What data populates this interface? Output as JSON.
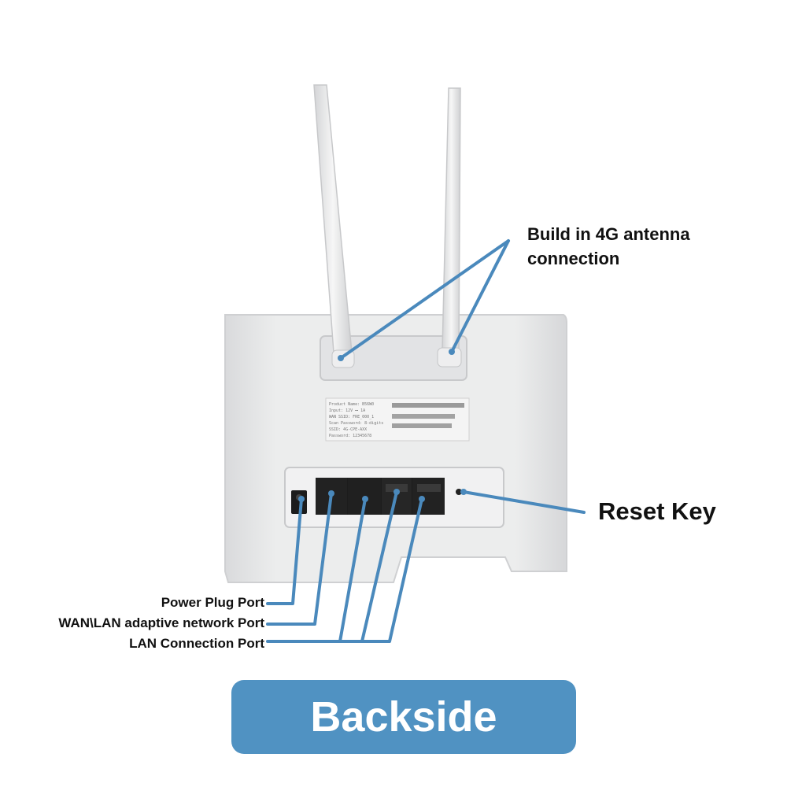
{
  "labels": {
    "antenna": "Build in 4G antenna connection",
    "reset": "Reset Key",
    "power": "Power Plug Port",
    "wan": "WAN\\LAN adaptive network Port",
    "lan": "LAN Connection Port"
  },
  "title": "Backside",
  "sticker_lines": [
    "Product Name: B56W0",
    "Input: 12V ⎓ 1A",
    "WAN SSID: FRE_000_1",
    "Scan Password: 8-digits",
    "SSID: 4G-CPE-AXX",
    "Password: 12345678"
  ],
  "colors": {
    "callout_line": "#4a89bc",
    "badge": "#5092c2",
    "router_body": "#e9eaec",
    "port_black": "#1c1c1c"
  }
}
